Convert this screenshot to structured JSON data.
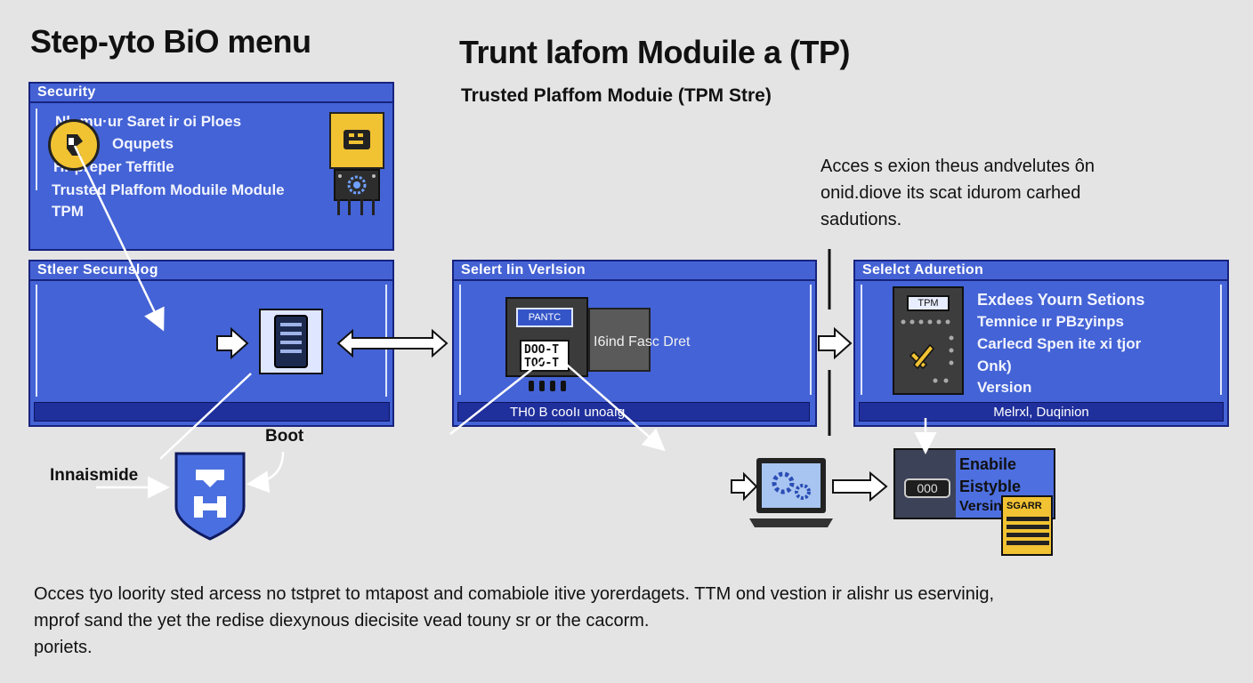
{
  "titles": {
    "left": "Step-yto BiO menu",
    "right": "Trunt lafom Moduile a (TP)",
    "right_sub": "Trusted Plaffom Moduie (TPM Stre)"
  },
  "access_note": [
    "Acces s exion theus andvelutes ôn",
    "onid.diove its scat idurom carhed",
    "sadutions."
  ],
  "panel_security": {
    "header": "Security",
    "items": [
      "Nl• mu·ur Saret ir oi Ploes",
      "Oqupets",
      "Hr preper Teffitle",
      "Trusted Plaffom Moduile Module",
      "TPM"
    ]
  },
  "panel_steer": {
    "header": "Stleer Securıslog"
  },
  "panel_version": {
    "header": "Selert Iin Verlsion",
    "device_label": "PANTC",
    "device_badge_lines": [
      "DOO-T",
      "TOO-T"
    ],
    "side_label": "I6ind Fasc Dret",
    "footer": "TH0 B cooIı unoaıg"
  },
  "panel_activation": {
    "header": "Selelct  Aduretion",
    "device_label": "TPM",
    "items": [
      "Exdees Yourn Setions",
      "Temnice ır PBzyinps",
      "Carlecd Spen ite xi tjor",
      "Onk)",
      "Version"
    ],
    "footer": "Melrxl, Duqinion"
  },
  "labels": {
    "boot": "Boot",
    "innaismide": "Innaismide"
  },
  "enable_box": {
    "lines": [
      "Enabile",
      "Eistyble",
      "Versin"
    ],
    "counter": "000",
    "sticky": "SGARR"
  },
  "paragraph": [
    "Occes tyo loority sted arcess no tstpret to mtapost and comabiole itive yorerdagets. TTM ond vestion ir alishr us eservinig,",
    "mprof sand the yet the redise diexynous diecisite vead touny sr or the cacorm.",
    "poriets."
  ],
  "colors": {
    "panel_blue": "#4463d6",
    "panel_border": "#17237e",
    "footer_blue": "#1f2f9c",
    "chip_yellow": "#f1c232",
    "background": "#e4e4e4"
  },
  "icons": [
    "key-icon",
    "chip-icon",
    "server-icon",
    "shield-icon",
    "wrench-icon",
    "laptop-gears-icon",
    "usb-key-icon",
    "note-icon"
  ]
}
